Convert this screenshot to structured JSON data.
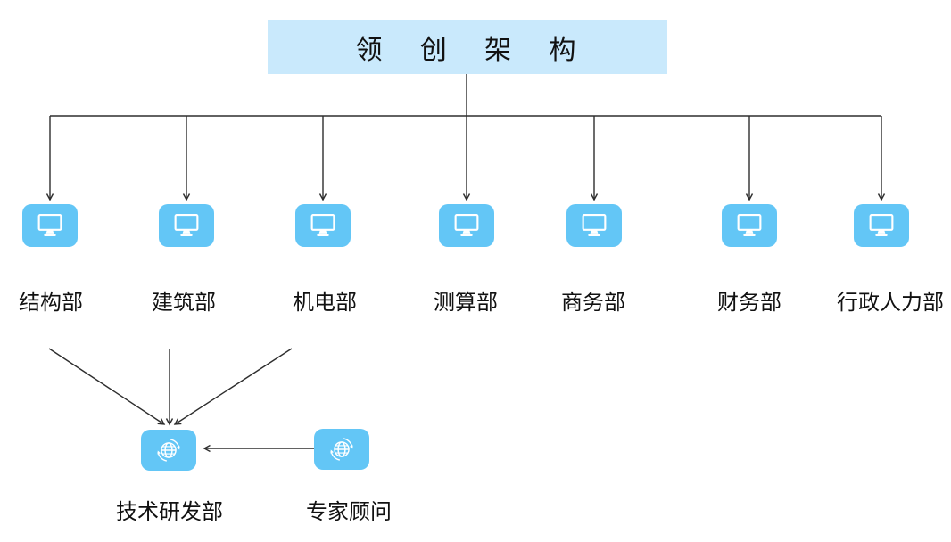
{
  "header": {
    "title": "领 创 架 构"
  },
  "departments": [
    {
      "label": "结构部"
    },
    {
      "label": "建筑部"
    },
    {
      "label": "机电部"
    },
    {
      "label": "测算部"
    },
    {
      "label": "商务部"
    },
    {
      "label": "财务部"
    },
    {
      "label": "行政人力部"
    }
  ],
  "sub_departments": [
    {
      "label": "技术研发部"
    },
    {
      "label": "专家顾问"
    }
  ],
  "icons": {
    "department_icon": "monitor-icon",
    "sub_department_icon": "globe-icon"
  },
  "relations": {
    "root_to_departments": [
      "结构部",
      "建筑部",
      "机电部",
      "测算部",
      "商务部",
      "财务部",
      "行政人力部"
    ],
    "to_tech_rnd": [
      "结构部",
      "建筑部",
      "机电部",
      "专家顾问"
    ]
  },
  "colors": {
    "node_fill": "#63C6F6",
    "title_background": "#C9E9FC",
    "connector_line": "#2E2E2E",
    "text": "#111111",
    "icon_stroke": "#FFFFFF"
  }
}
